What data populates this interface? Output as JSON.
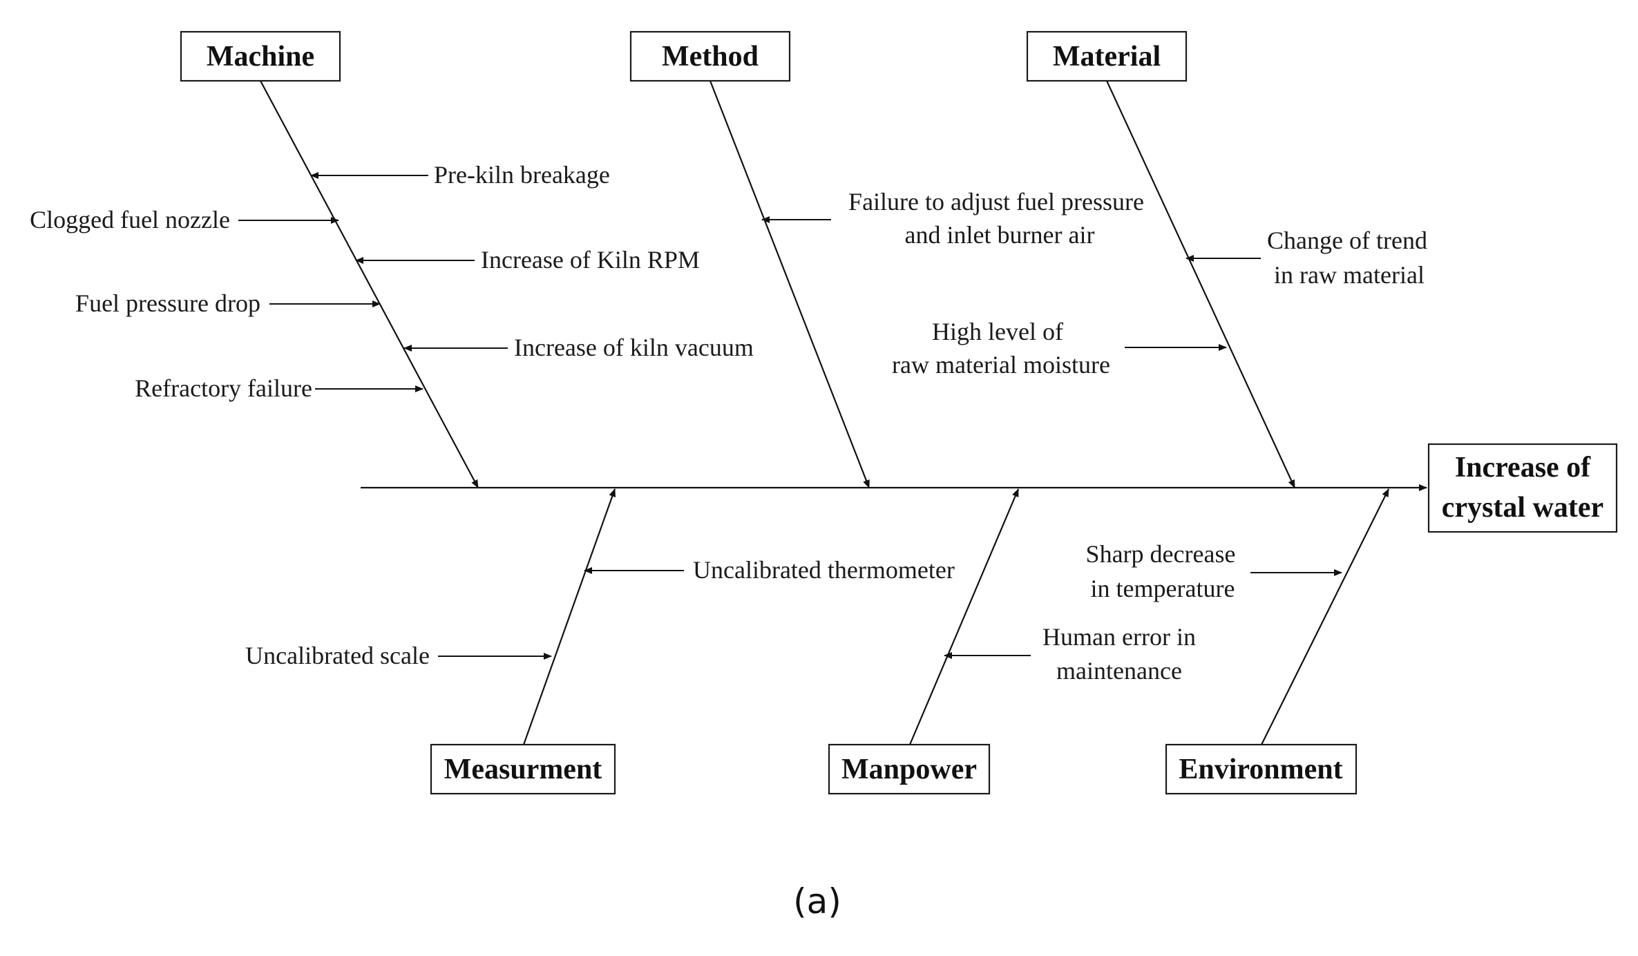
{
  "diagram": {
    "effect": [
      "Increase of",
      "crystal water"
    ],
    "categories": {
      "machine": "Machine",
      "method": "Method",
      "material": "Material",
      "measurement": "Measurment",
      "manpower": "Manpower",
      "environment": "Environment"
    },
    "causes": {
      "machine": [
        [
          "Pre-kiln breakage"
        ],
        [
          "Clogged fuel nozzle"
        ],
        [
          "Increase of Kiln RPM"
        ],
        [
          "Fuel pressure drop"
        ],
        [
          "Increase of kiln vacuum"
        ],
        [
          "Refractory failure"
        ]
      ],
      "method": [
        [
          "Failure to adjust fuel pressure",
          "and inlet burner air"
        ]
      ],
      "material": [
        [
          "Change of trend",
          "in raw material"
        ],
        [
          "High level of",
          "raw material moisture"
        ]
      ],
      "measurement": [
        [
          "Uncalibrated thermometer"
        ],
        [
          "Uncalibrated scale"
        ]
      ],
      "manpower": [
        [
          "Human error in",
          "maintenance"
        ]
      ],
      "environment": [
        [
          "Sharp decrease",
          "in temperature"
        ]
      ]
    },
    "caption": "(a)"
  }
}
